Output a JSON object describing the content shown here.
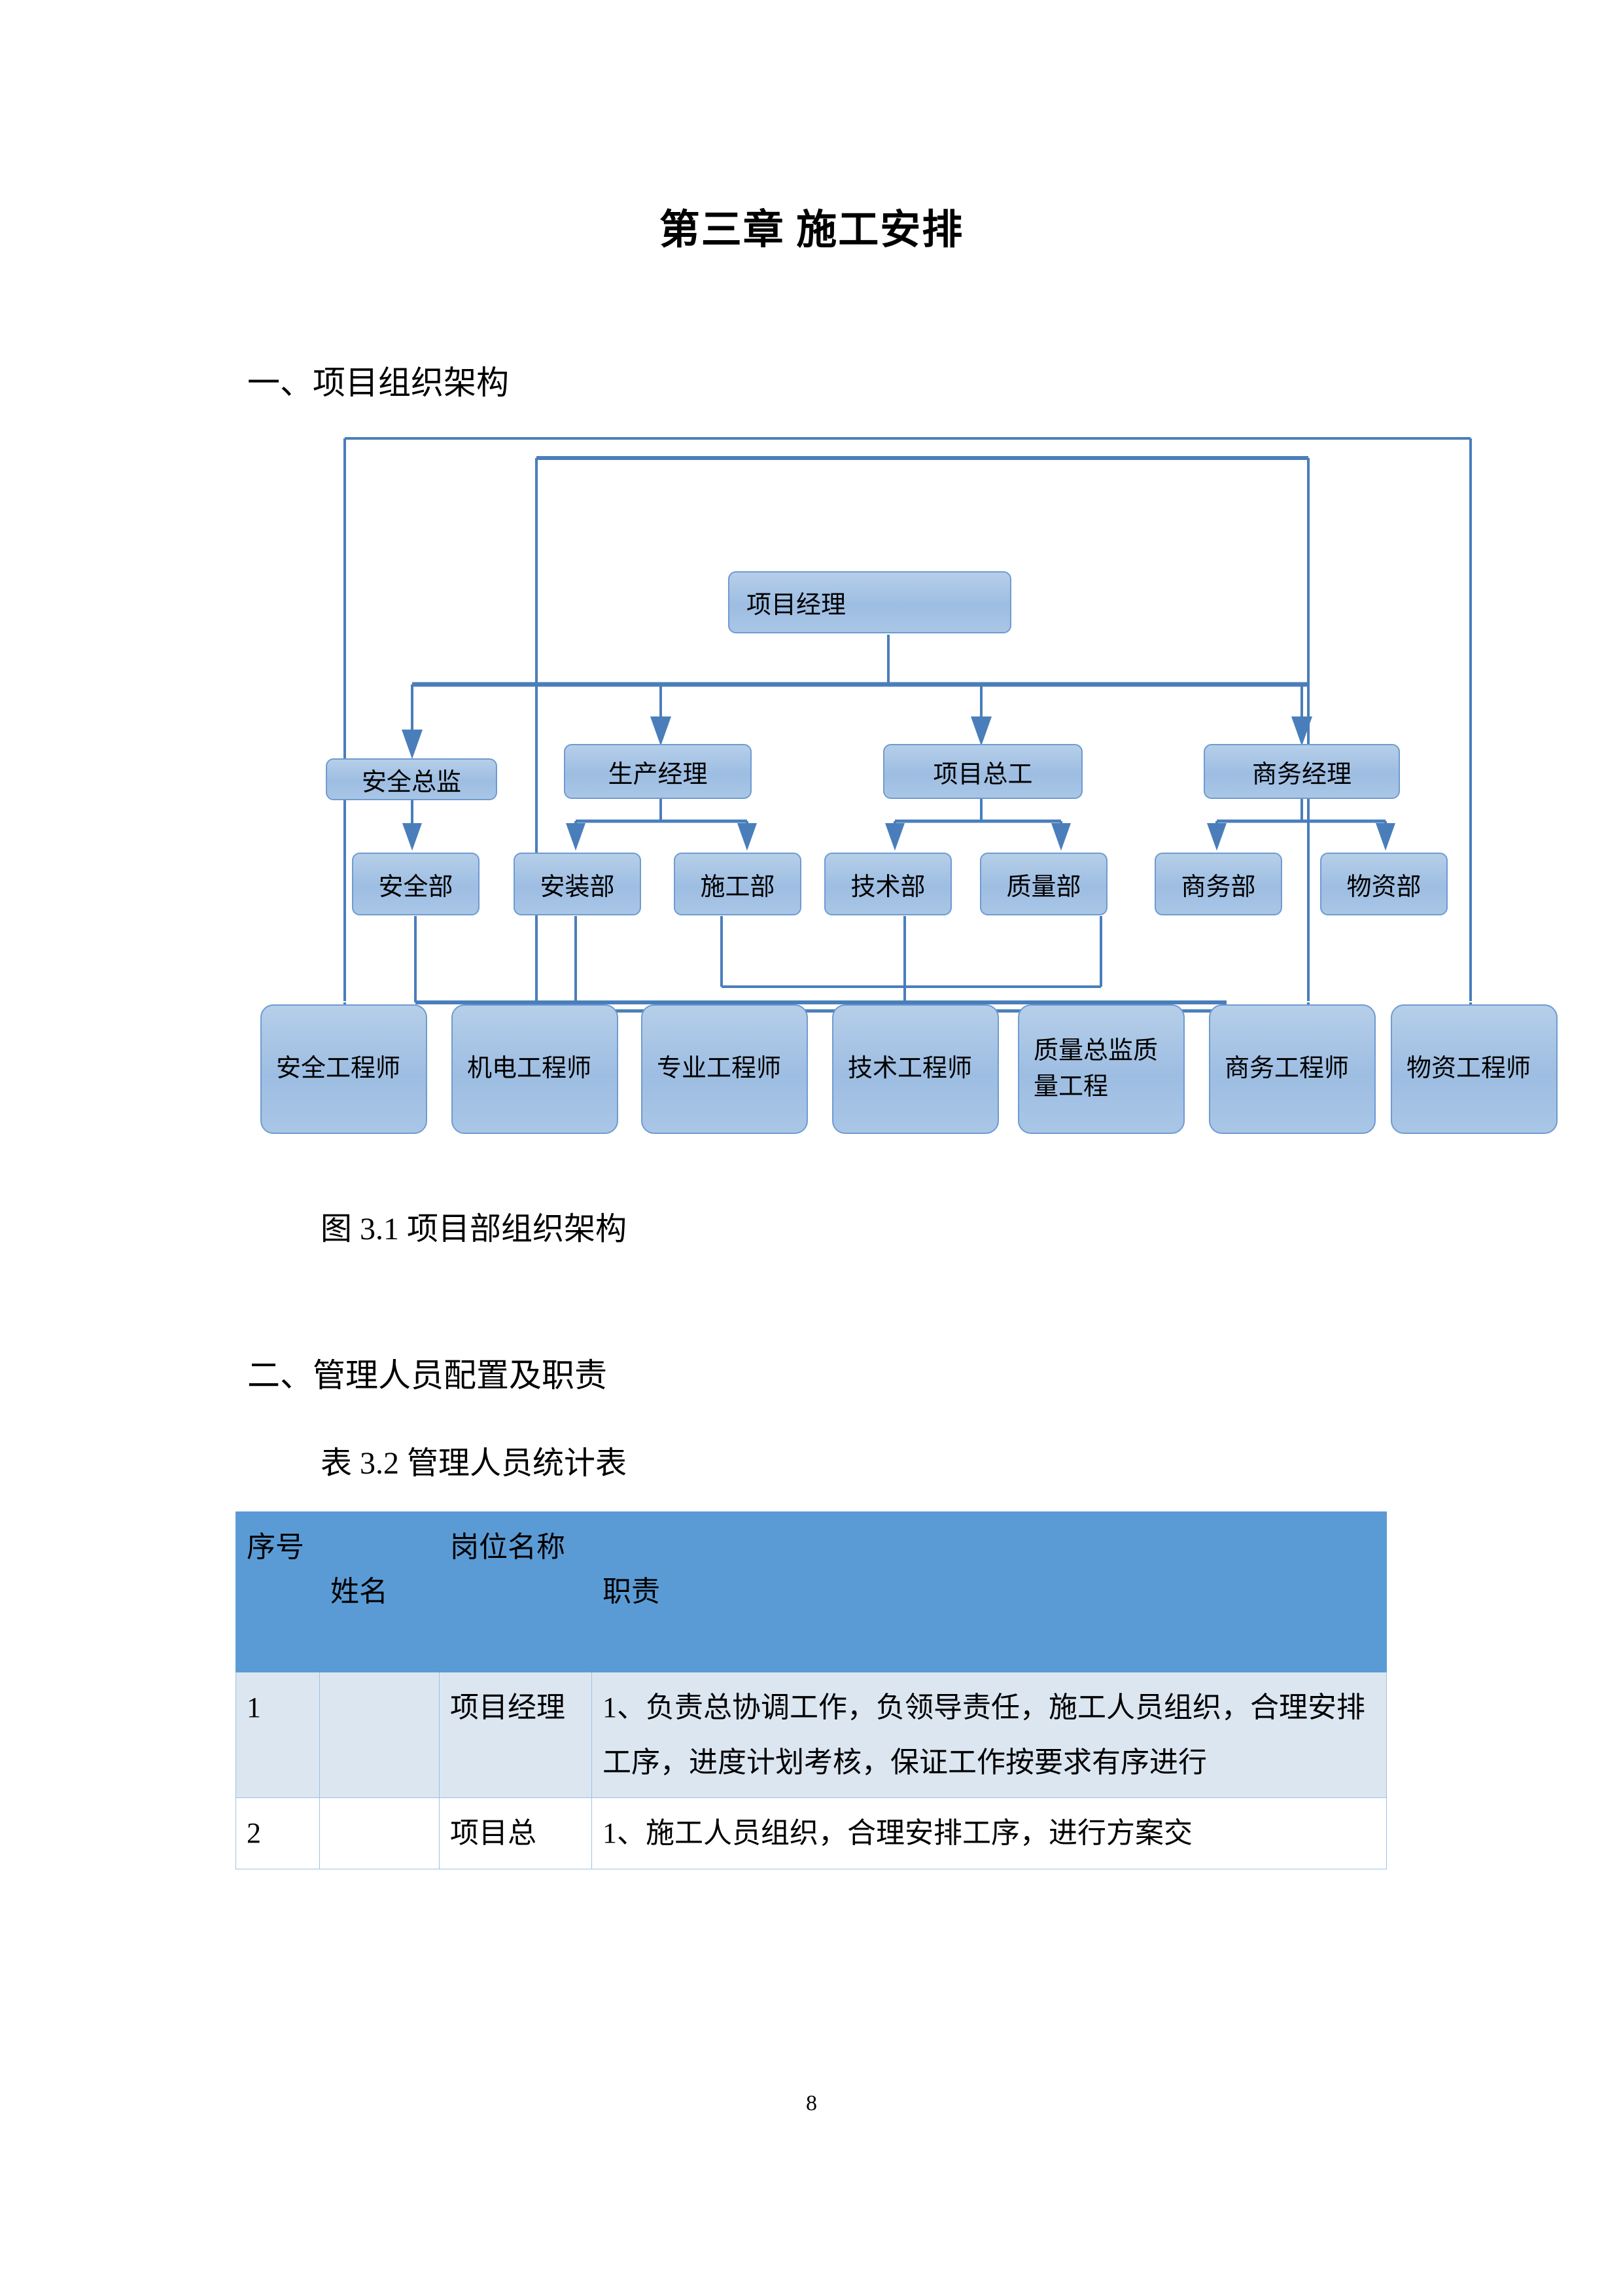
{
  "document": {
    "title": "第三章  施工安排",
    "page_number": "8",
    "section1_heading": "一、项目组织架构",
    "section2_heading": "二、管理人员配置及职责",
    "figure_caption": "图 3.1   项目部组织架构",
    "table_caption": "表 3.2   管理人员统计表"
  },
  "org_chart": {
    "level1": [
      {
        "id": "pm",
        "label": "项目经理"
      }
    ],
    "level2": [
      {
        "id": "safety-director",
        "label": "安全总监"
      },
      {
        "id": "production-manager",
        "label": "生产经理"
      },
      {
        "id": "chief-engineer",
        "label": "项目总工"
      },
      {
        "id": "commercial-manager",
        "label": "商务经理"
      }
    ],
    "level3": [
      {
        "id": "safety-dept",
        "label": "安全部"
      },
      {
        "id": "installation-dept",
        "label": "安装部"
      },
      {
        "id": "construction-dept",
        "label": "施工部"
      },
      {
        "id": "technical-dept",
        "label": "技术部"
      },
      {
        "id": "quality-dept",
        "label": "质量部"
      },
      {
        "id": "commercial-dept",
        "label": "商务部"
      },
      {
        "id": "materials-dept",
        "label": "物资部"
      }
    ],
    "level4": [
      {
        "id": "safety-engineer",
        "label": "安全工程师"
      },
      {
        "id": "mechanical-electrical-engineer",
        "label": "机电工程师"
      },
      {
        "id": "professional-engineer",
        "label": "专业工程师"
      },
      {
        "id": "technical-engineer",
        "label": "技术工程师"
      },
      {
        "id": "quality-director",
        "label": "质量总监质量工程"
      },
      {
        "id": "commercial-engineer",
        "label": "商务工程师"
      },
      {
        "id": "materials-engineer",
        "label": "物资工程师"
      }
    ],
    "colors": {
      "node_fill": "#a9c6e6",
      "node_border": "#6f9bd1",
      "connector": "#4a7ebb"
    }
  },
  "staff_table": {
    "headers": {
      "index": "序号",
      "name": "姓名",
      "position": "岗位名称",
      "duty": "职责"
    },
    "rows": [
      {
        "index": "1",
        "name": "",
        "position": "项目经理",
        "duty": "1、负责总协调工作，负领导责任，施工人员组织，合理安排工序，进度计划考核，保证工作按要求有序进行"
      },
      {
        "index": "2",
        "name": "",
        "position": "项目总",
        "duty": "1、施工人员组织，合理安排工序，进行方案交"
      }
    ]
  },
  "table_colors": {
    "header_bg": "#5b9bd5",
    "row_alt_bg": "#dce6f1",
    "border": "#9ec1e3"
  }
}
